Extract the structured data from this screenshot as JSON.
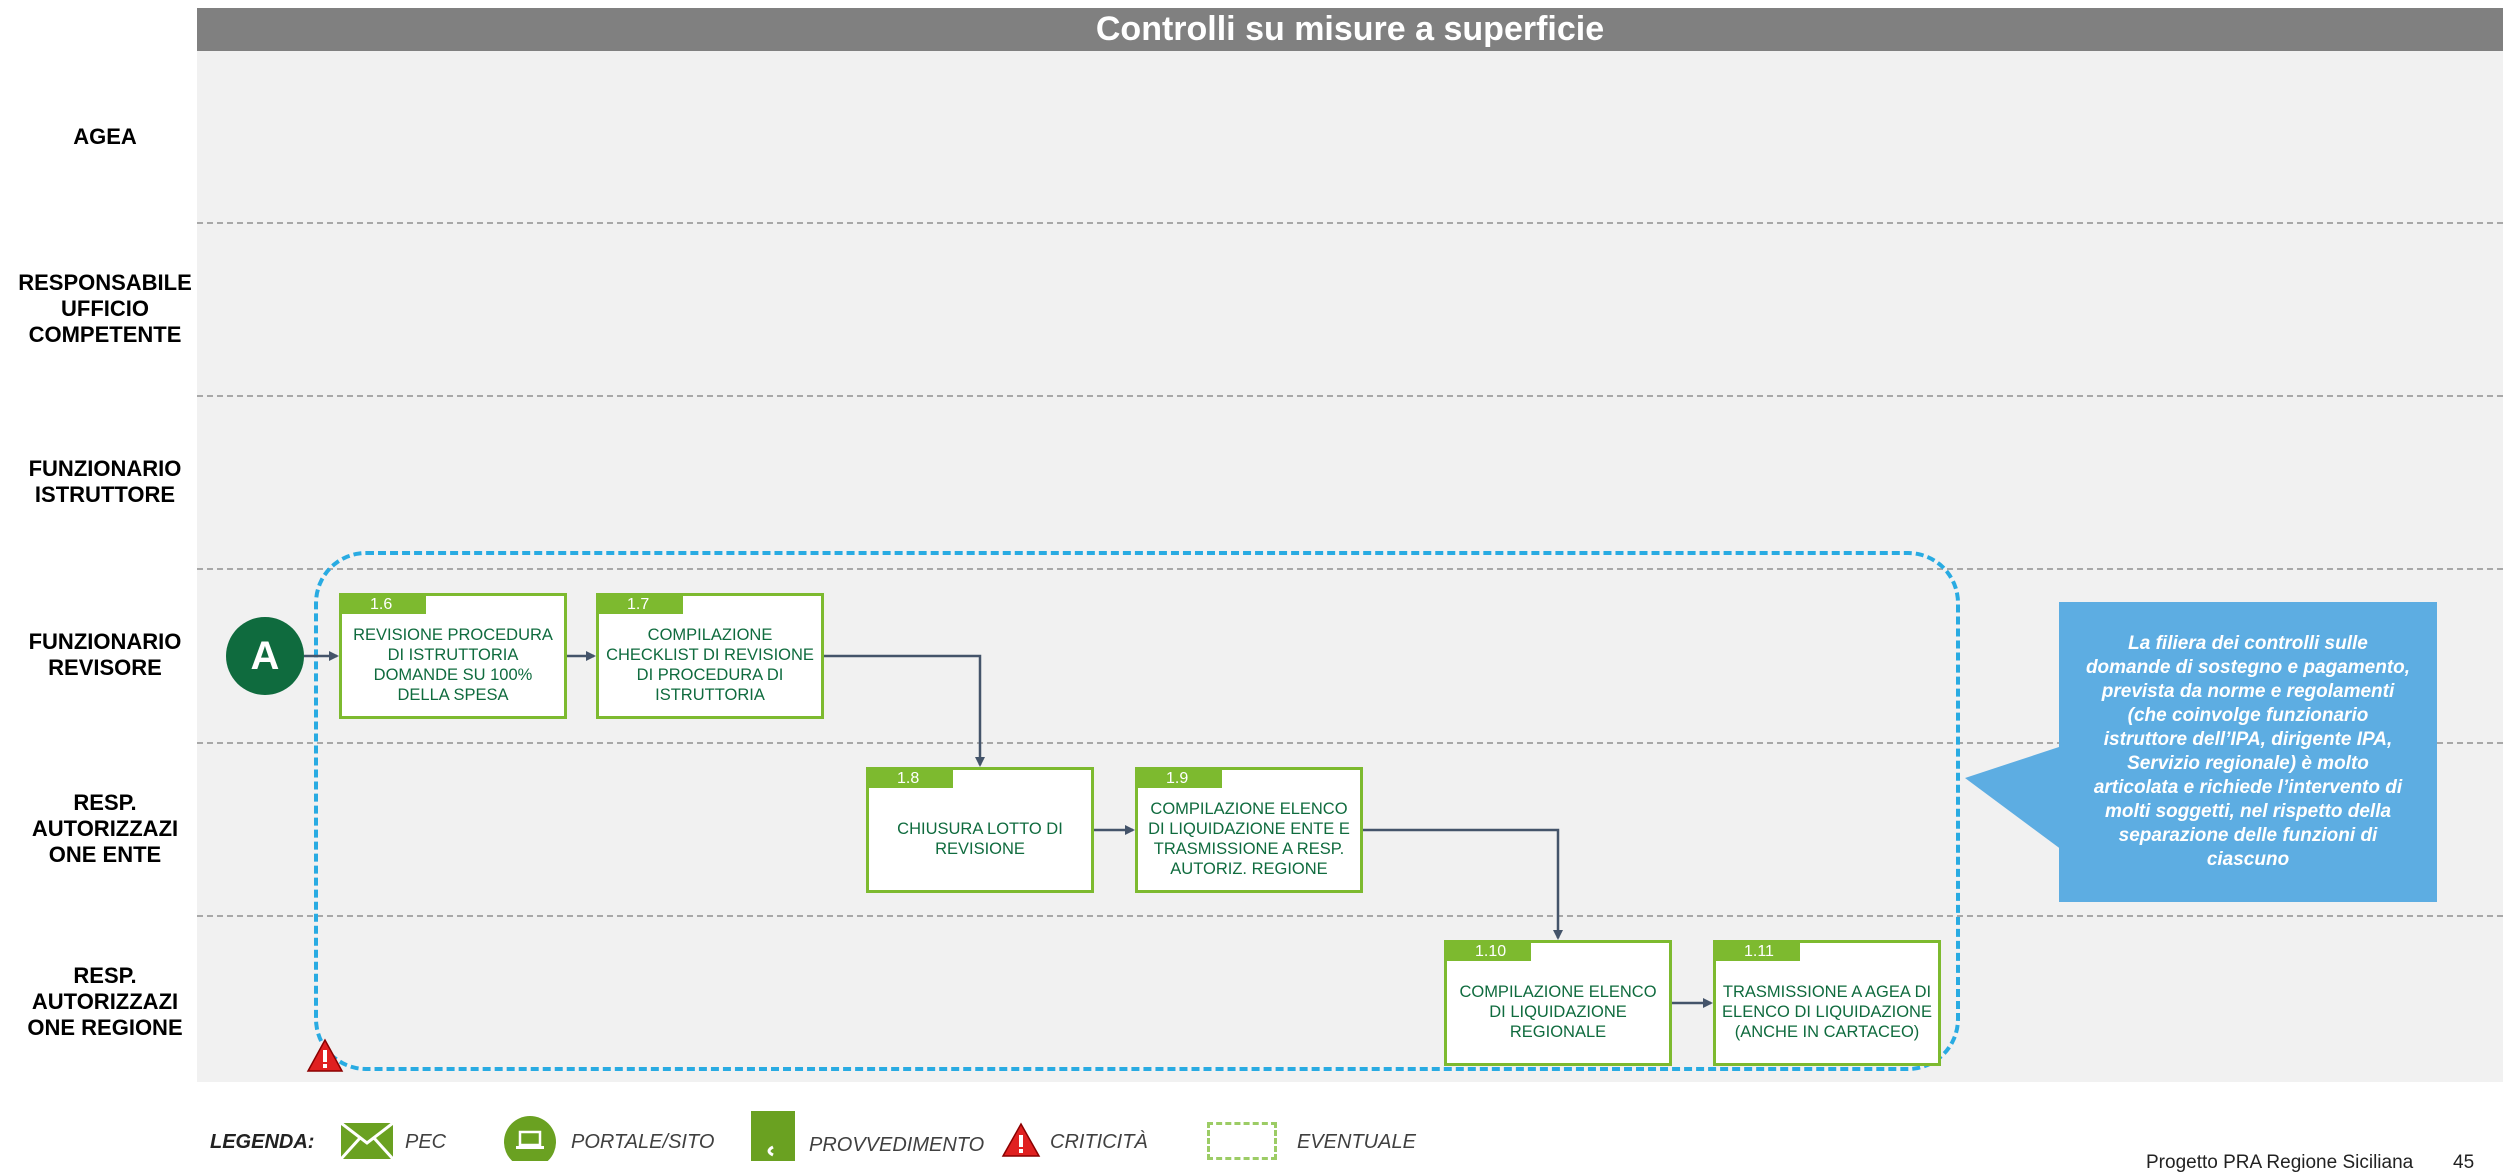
{
  "header": {
    "title": "Controlli su misure a superficie"
  },
  "lanes": [
    {
      "label": "AGEA"
    },
    {
      "label": "RESPONSABILE\nUFFICIO\nCOMPETENTE"
    },
    {
      "label": "FUNZIONARIO\nISTRUTTORE"
    },
    {
      "label": "FUNZIONARIO\nREVISORE"
    },
    {
      "label": "RESP.\nAUTORIZZAZI\nONE ENTE"
    },
    {
      "label": "RESP.\nAUTORIZZAZI\nONE REGIONE"
    }
  ],
  "start_connector": {
    "label": "A"
  },
  "steps": [
    {
      "num": "1.6",
      "text": "REVISIONE PROCEDURA\nDI ISTRUTTORIA\nDOMANDE SU 100%\nDELLA SPESA"
    },
    {
      "num": "1.7",
      "text": "COMPILAZIONE\nCHECKLIST DI REVISIONE\nDI PROCEDURA DI\nISTRUTTORIA"
    },
    {
      "num": "1.8",
      "text": "CHIUSURA LOTTO DI\nREVISIONE"
    },
    {
      "num": "1.9",
      "text": "COMPILAZIONE ELENCO\nDI LIQUIDAZIONE ENTE E\nTRASMISSIONE A RESP.\nAUTORIZ. REGIONE"
    },
    {
      "num": "1.10",
      "text": "COMPILAZIONE ELENCO\nDI LIQUIDAZIONE\nREGIONALE"
    },
    {
      "num": "1.11",
      "text": "TRASMISSIONE A AGEA DI\nELENCO DI LIQUIDAZIONE\n(ANCHE IN CARTACEO)"
    }
  ],
  "callout": {
    "text": "La filiera dei controlli sulle domande di sostegno e pagamento, prevista da norme e regolamenti (che coinvolge funzionario istruttore dell’IPA, dirigente IPA, Servizio regionale) è molto articolata e richiede l’intervento di molti soggetti, nel rispetto della separazione delle funzioni di ciascuno"
  },
  "legend": {
    "title": "LEGENDA:",
    "items": [
      "PEC",
      "PORTALE/SITO",
      "PROVVEDIMENTO",
      "CRITICITÀ",
      "EVENTUALE"
    ]
  },
  "footer": {
    "project": "Progetto PRA Regione Siciliana",
    "page": "45"
  },
  "colors": {
    "step_border": "#7dba2f",
    "step_text": "#0f6b3e",
    "connector": "#0f6b3e",
    "arrow": "#44546a",
    "dashed_zone": "#29abe2",
    "callout_bg": "#5dade2",
    "header_bg": "#808080",
    "warning": "#e02020"
  },
  "icons": {
    "pec": "envelope-icon",
    "portal": "laptop-icon",
    "provvedimento": "document-icon",
    "criticita": "warning-icon",
    "eventuale": "dashed-box-icon"
  }
}
